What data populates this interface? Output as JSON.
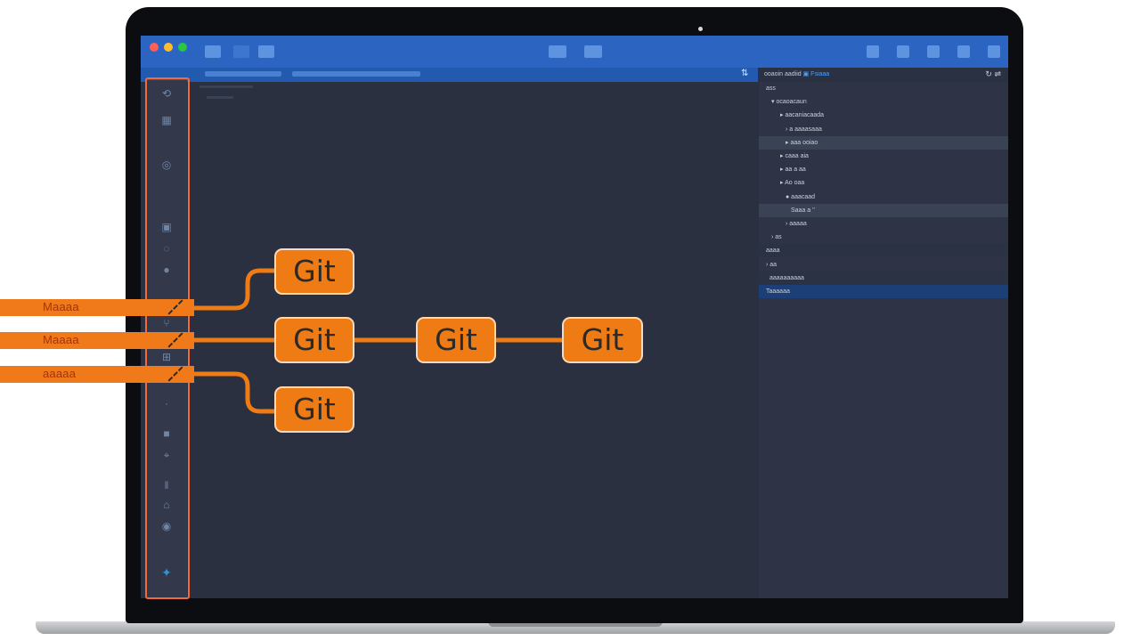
{
  "window": {
    "traffic_lights": [
      "#ff5f57",
      "#febc2e",
      "#28c840"
    ],
    "accent": "#2b65c1",
    "pathbar_sync_icon": "refresh-icon"
  },
  "right_panel": {
    "title": "ooaoin aadiid",
    "title_accent": "Fsiaaa",
    "actions": "↻ ⇌",
    "rows": [
      {
        "label": "ass",
        "indent": 8,
        "state": "normal"
      },
      {
        "label": "▾ ocaoacaun",
        "indent": 14,
        "state": "normal"
      },
      {
        "label": "▸ aacaniacaada",
        "indent": 24,
        "state": "normal"
      },
      {
        "label": "› a aaaasaaa",
        "indent": 30,
        "state": "normal"
      },
      {
        "label": "▸ aaa ooiao",
        "indent": 30,
        "state": "selected"
      },
      {
        "label": "▸ caaa aia",
        "indent": 24,
        "state": "normal"
      },
      {
        "label": "▸ aa a aa",
        "indent": 24,
        "state": "normal"
      },
      {
        "label": "▸ Ao oaa",
        "indent": 24,
        "state": "normal"
      },
      {
        "label": "● aaacaad",
        "indent": 30,
        "state": "normal"
      },
      {
        "label": "Saaa a ''",
        "indent": 36,
        "state": "selected"
      },
      {
        "label": "› aaaaa",
        "indent": 30,
        "state": "normal"
      },
      {
        "label": "› as",
        "indent": 14,
        "state": "normal"
      },
      {
        "label": "aaaa",
        "indent": 8,
        "state": "dark"
      },
      {
        "label": "› aa",
        "indent": 8,
        "state": "normal"
      },
      {
        "label": "aaaaaaaaaa",
        "indent": 12,
        "state": "dark"
      },
      {
        "label": "Taaaaaa",
        "indent": 8,
        "state": "highlight"
      }
    ]
  },
  "branches": [
    {
      "label": "Maaaa"
    },
    {
      "label": "Maaaa"
    },
    {
      "label": "aaaaa"
    }
  ],
  "git_nodes": [
    {
      "label": "Git"
    },
    {
      "label": "Git"
    },
    {
      "label": "Git"
    },
    {
      "label": "Git"
    },
    {
      "label": "Git"
    }
  ],
  "colors": {
    "orange": "#ef7b14",
    "highlight_border": "#f06a3a",
    "editor_bg": "#2a3040"
  },
  "sidebar_icons": [
    "history-icon",
    "files-icon",
    "search-icon",
    "source-control-icon",
    "debug-icon",
    "settings-icon",
    "branch-icon",
    "merge-icon",
    "terminal-icon",
    "lock-icon",
    "pin-icon",
    "tag-icon",
    "clock-icon",
    "account-icon",
    "extensions-icon"
  ]
}
